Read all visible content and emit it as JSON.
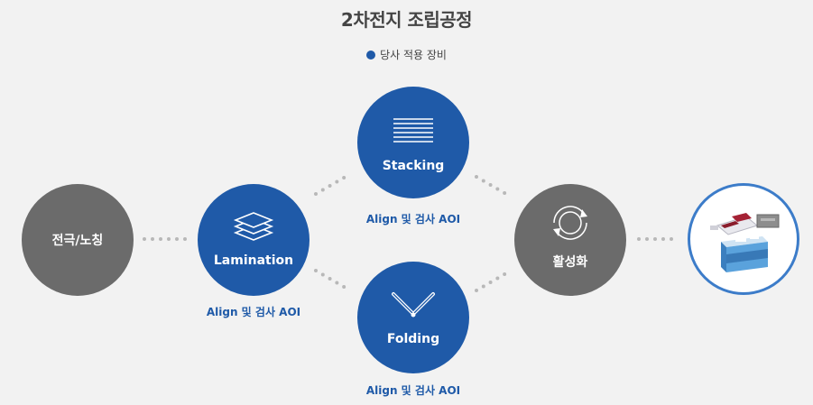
{
  "title": "2차전지 조립공정",
  "legend": {
    "label": "당사 적용 장비",
    "color": "#1f5aa8"
  },
  "colors": {
    "blue": "#1f5aa8",
    "gray": "#6b6b6b",
    "dots": "#b8b8b8",
    "sub_text": "#1f5aa8",
    "ring": "#3c7cc9"
  },
  "steps": {
    "electrode": {
      "label": "전극/노칭"
    },
    "lamination": {
      "label": "Lamination",
      "icon": "stacked-sheets-icon",
      "sub": "Align 및 검사 AOI"
    },
    "stacking": {
      "label": "Stacking",
      "icon": "horizontal-lines-icon",
      "sub": "Align 및 검사 AOI"
    },
    "folding": {
      "label": "Folding",
      "icon": "v-fold-icon",
      "sub": "Align 및 검사 AOI"
    },
    "activation": {
      "label": "활성화",
      "icon": "cycle-arrows-icon"
    }
  },
  "product": {
    "icon": "battery-cells-icon"
  }
}
